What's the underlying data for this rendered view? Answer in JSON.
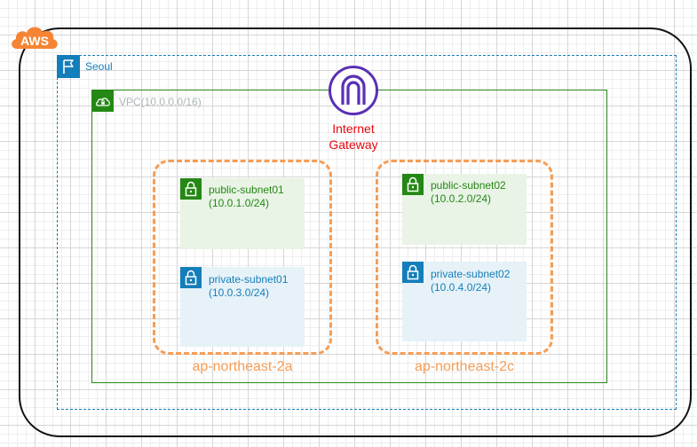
{
  "aws": {
    "logo_text": "AWS"
  },
  "region": {
    "label": "Seoul",
    "icon": "flag-icon"
  },
  "vpc": {
    "label": "VPC(10.0.0.0/16)",
    "icon": "cloud-lock-icon"
  },
  "internet_gateway": {
    "label": "Internet\nGateway",
    "icon": "internet-gateway-icon"
  },
  "availability_zones": [
    {
      "label": "ap-northeast-2a",
      "subnets": [
        {
          "type": "public",
          "name": "public-subnet01",
          "cidr": "(10.0.1.0/24)"
        },
        {
          "type": "private",
          "name": "private-subnet01",
          "cidr": "(10.0.3.0/24)"
        }
      ]
    },
    {
      "label": "ap-northeast-2c",
      "subnets": [
        {
          "type": "public",
          "name": "public-subnet02",
          "cidr": "(10.0.2.0/24)"
        },
        {
          "type": "private",
          "name": "private-subnet02",
          "cidr": "(10.0.4.0/24)"
        }
      ]
    }
  ],
  "colors": {
    "region_blue": "#147eba",
    "vpc_green": "#248814",
    "az_orange": "#f59d56",
    "igw_purple": "#5a30b5",
    "igw_label_red": "#e7060e",
    "aws_orange": "#f58534"
  }
}
